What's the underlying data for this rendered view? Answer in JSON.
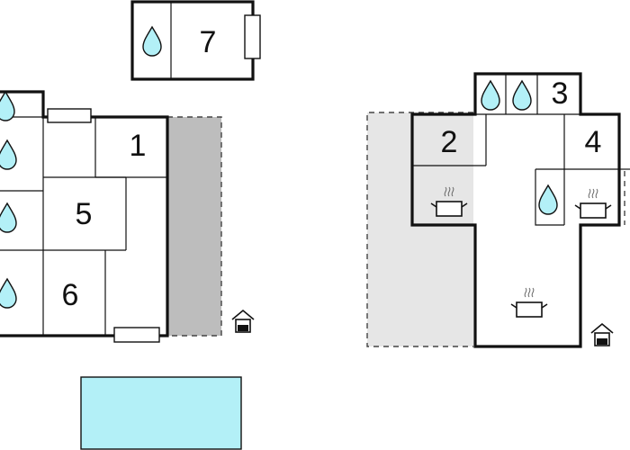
{
  "plan": {
    "rooms": [
      {
        "id": "1",
        "label": "1"
      },
      {
        "id": "2",
        "label": "2"
      },
      {
        "id": "3",
        "label": "3"
      },
      {
        "id": "4",
        "label": "4"
      },
      {
        "id": "5",
        "label": "5"
      },
      {
        "id": "6",
        "label": "6"
      },
      {
        "id": "7",
        "label": "7"
      }
    ],
    "icons": [
      "water-drop-icon",
      "kitchen-pot-icon",
      "house-entrance-icon",
      "window-icon"
    ],
    "colors": {
      "water": "#b3f0f7",
      "terrace_dark": "#bdbdbd",
      "terrace_light": "#e6e6e6",
      "wall": "#111111",
      "pool": "#b3f0f7"
    }
  }
}
